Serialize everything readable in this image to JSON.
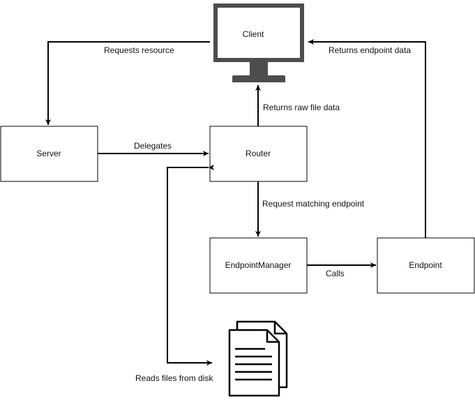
{
  "nodes": {
    "client": {
      "label": "Client"
    },
    "server": {
      "label": "Server"
    },
    "router": {
      "label": "Router"
    },
    "endpoint_manager": {
      "label": "EndpointManager"
    },
    "endpoint": {
      "label": "Endpoint"
    }
  },
  "edges": {
    "requests_resource": {
      "label": "Requests resource"
    },
    "delegates": {
      "label": "Delegates"
    },
    "returns_raw_file_data": {
      "label": "Returns raw file data"
    },
    "request_matching_endpoint": {
      "label": "Request matching endpoint"
    },
    "calls": {
      "label": "Calls"
    },
    "returns_endpoint_data": {
      "label": "Returns endpoint data"
    },
    "reads_files_from_disk": {
      "label": "Reads files from disk"
    }
  },
  "icons": {
    "client": "monitor-icon",
    "disk": "documents-icon"
  },
  "colors": {
    "stroke": "#000000",
    "monitor": "#4d4d4d",
    "box_fill": "#ffffff"
  }
}
